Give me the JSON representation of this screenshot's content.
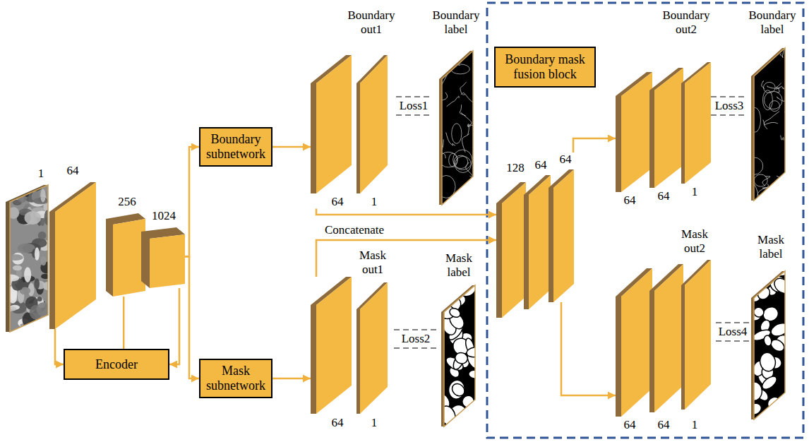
{
  "diagram": {
    "nodes": [
      {
        "text": [
          "1"
        ]
      },
      {
        "text": [
          "64"
        ]
      },
      {
        "text": [
          "256"
        ]
      },
      {
        "text": [
          "1024"
        ]
      },
      {
        "text": [
          "Encoder"
        ]
      },
      {
        "text": [
          "Boundary subnetwork"
        ]
      },
      {
        "text": [
          "Mask subnetwork"
        ]
      },
      {
        "text": [
          "64"
        ]
      },
      {
        "text": [
          "Boundary out1",
          "1"
        ]
      },
      {
        "text": [
          "Boundary label"
        ]
      },
      {
        "text": [
          "64"
        ]
      },
      {
        "text": [
          "Mask out1",
          "1"
        ]
      },
      {
        "text": [
          "Mask label"
        ]
      },
      {
        "text": [
          "Boundary mask fusion block"
        ]
      },
      {
        "text": [
          "128"
        ]
      },
      {
        "text": [
          "64"
        ]
      },
      {
        "text": [
          "64"
        ]
      },
      {
        "text": [
          "64"
        ]
      },
      {
        "text": [
          "64"
        ]
      },
      {
        "text": [
          "Boundary out2",
          "1"
        ]
      },
      {
        "text": [
          "Boundary label"
        ]
      },
      {
        "text": [
          "64"
        ]
      },
      {
        "text": [
          "64"
        ]
      },
      {
        "text": [
          "Mask out2",
          "1"
        ]
      },
      {
        "text": [
          "Mask label"
        ]
      }
    ],
    "edges": [
      {
        "from": 1,
        "to": 4,
        "arrow": "to"
      },
      {
        "from": 2,
        "to": 4,
        "arrow": "none"
      },
      {
        "from": 3,
        "to": 4,
        "arrow": "to"
      },
      {
        "from": 3,
        "to": 5,
        "arrow": "to"
      },
      {
        "from": 3,
        "to": 6,
        "arrow": "to"
      },
      {
        "from": 5,
        "to": 7,
        "arrow": "to"
      },
      {
        "from": 6,
        "to": 10,
        "arrow": "to"
      },
      {
        "from": 7,
        "to": 14,
        "arrow": "to"
      },
      {
        "from": 10,
        "to": 14,
        "label": "Concatenate",
        "arrow": "to"
      },
      {
        "from": 8,
        "to": 9,
        "label": "Loss1",
        "arrow": "none"
      },
      {
        "from": 11,
        "to": 12,
        "label": "Loss2",
        "arrow": "none"
      },
      {
        "from": 16,
        "to": 17,
        "arrow": "to"
      },
      {
        "from": 16,
        "to": 21,
        "arrow": "to"
      },
      {
        "from": 19,
        "to": 20,
        "label": "Loss3",
        "arrow": "none"
      },
      {
        "from": 23,
        "to": 24,
        "label": "Loss4",
        "arrow": "none"
      }
    ]
  }
}
